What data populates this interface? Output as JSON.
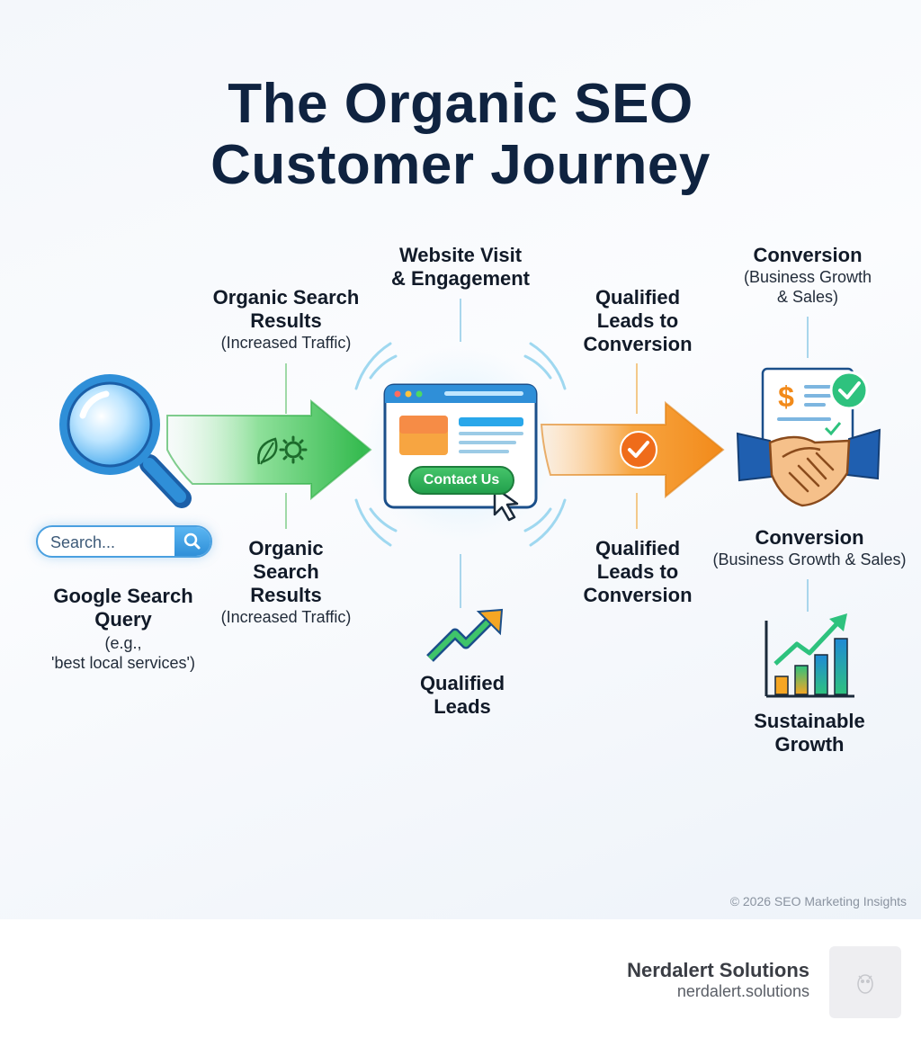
{
  "title": {
    "line1": "The Organic SEO",
    "line2": "Customer Journey"
  },
  "stages": {
    "search_query": {
      "heading": "Google Search Query",
      "heading_line1": "Google Search",
      "heading_line2": "Query",
      "sub_line1": "(e.g.,",
      "sub_line2": "'best local services')",
      "search_placeholder": "Search..."
    },
    "organic_top": {
      "heading_line1": "Organic Search",
      "heading_line2": "Results",
      "sub": "(Increased Traffic)"
    },
    "organic_bottom": {
      "heading_line1": "Organic",
      "heading_line2": "Search",
      "heading_line3": "Results",
      "sub": "(Increased Traffic)"
    },
    "website_visit": {
      "heading_line1": "Website Visit",
      "heading_line2": "& Engagement",
      "button_label": "Contact Us"
    },
    "qualified_leads": {
      "heading_line1": "Qualified",
      "heading_line2": "Leads"
    },
    "leads_top": {
      "heading_line1": "Qualified",
      "heading_line2": "Leads to",
      "heading_line3": "Conversion"
    },
    "leads_bottom": {
      "heading_line1": "Qualified",
      "heading_line2": "Leads to",
      "heading_line3": "Conversion"
    },
    "conversion_top": {
      "heading": "Conversion",
      "sub_line1": "(Business Growth",
      "sub_line2": "& Sales)"
    },
    "conversion_bottom": {
      "heading": "Conversion",
      "sub": "(Business Growth & Sales)"
    },
    "sustainable": {
      "heading_line1": "Sustainable",
      "heading_line2": "Growth"
    }
  },
  "icons": {
    "magnifier": "magnifier-icon",
    "search_button": "search-icon",
    "leaf_gear": "leaf-gear-icon",
    "browser": "browser-window-icon",
    "cursor": "cursor-icon",
    "checkmark": "checkmark-icon",
    "document": "invoice-document-icon",
    "handshake": "handshake-icon",
    "trend_arrow": "trend-arrow-icon",
    "bar_chart": "growth-bar-chart-icon",
    "logo": "owl-logo-icon"
  },
  "colors": {
    "title": "#0f2340",
    "green_arrow": "#3cc24a",
    "orange_arrow": "#f5a623",
    "blue_accent": "#2f8fd8"
  },
  "copyright": "© 2026 SEO Marketing Insights",
  "footer": {
    "brand_name": "Nerdalert Solutions",
    "brand_url": "nerdalert.solutions"
  }
}
